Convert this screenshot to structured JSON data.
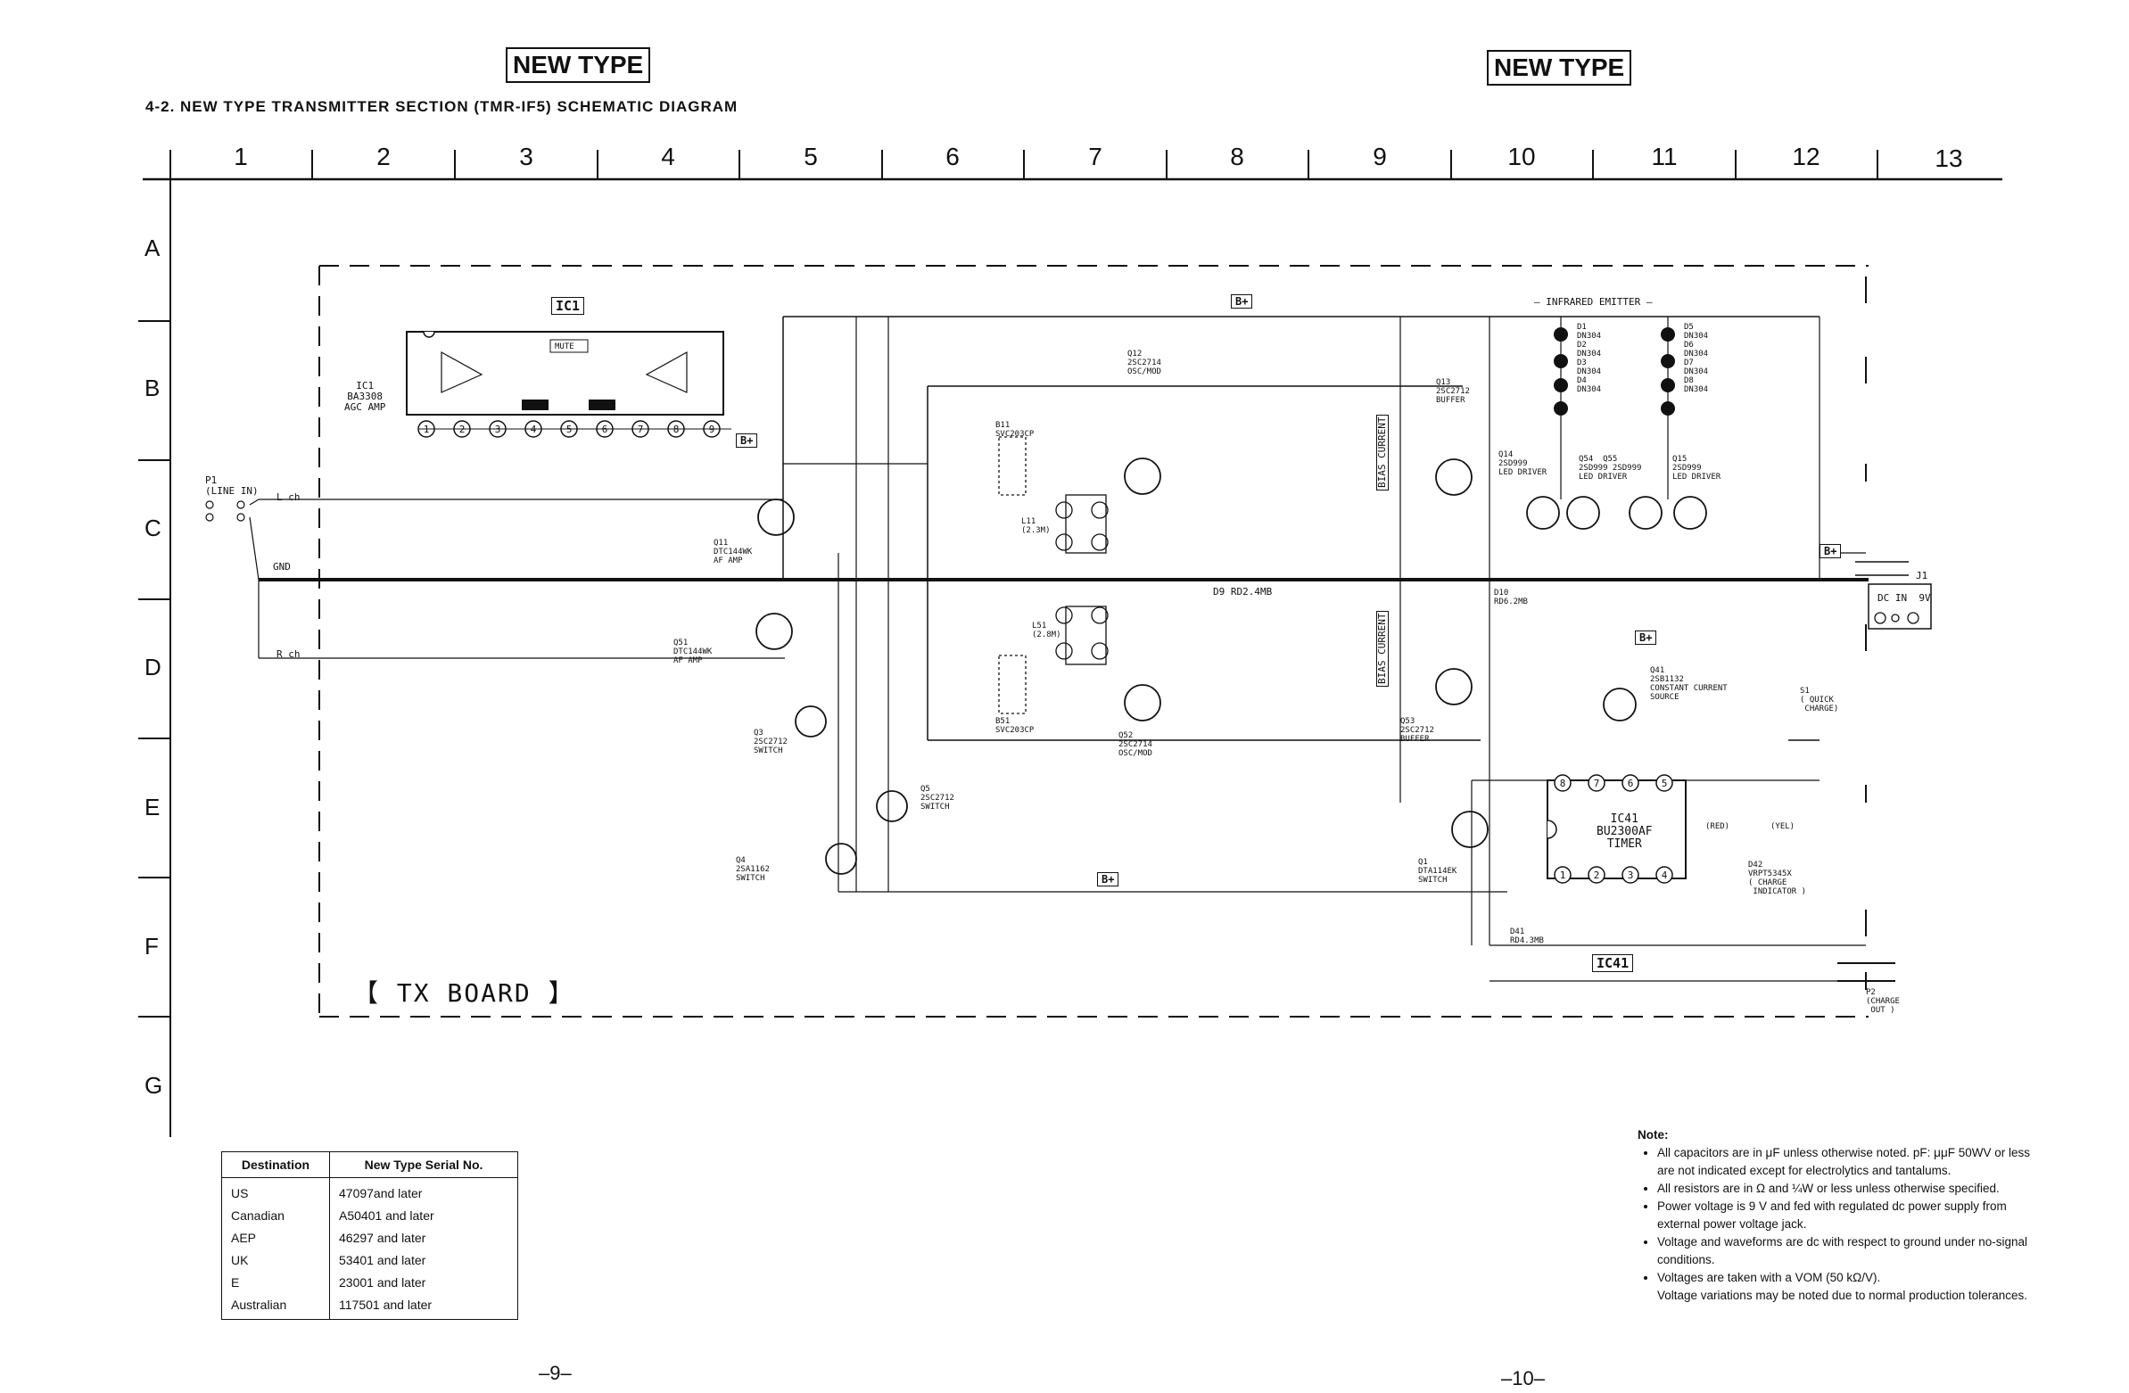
{
  "header": {
    "new_type_left": "NEW TYPE",
    "new_type_right": "NEW TYPE",
    "title": "4-2.  NEW TYPE TRANSMITTER SECTION (TMR-IF5) SCHEMATIC DIAGRAM"
  },
  "grid": {
    "columns": [
      "1",
      "2",
      "3",
      "4",
      "5",
      "6",
      "7",
      "8",
      "9",
      "10",
      "11",
      "12",
      "13"
    ],
    "rows": [
      "A",
      "B",
      "C",
      "D",
      "E",
      "F",
      "G"
    ]
  },
  "board_label": "【 TX BOARD 】",
  "section_labels": {
    "ic1": "IC1",
    "ic41": "IC41",
    "bplus": "B+",
    "infrared": "— INFRARED EMITTER —",
    "mute": "MUTE",
    "bias_current_1": "BIAS CURRENT",
    "bias_current_2": "BIAS CURRENT"
  },
  "components": {
    "ic1": "IC1\nBA3308\nAGC AMP",
    "ic41": "IC41\nBU2300AF\nTIMER",
    "p1": "P1\n(LINE IN)",
    "lch": "L ch",
    "rch": "R ch",
    "gnd": "GND",
    "q11": "Q11\nDTC144WK\nAF AMP",
    "q51": "Q51\nDTC144WK\nAF AMP",
    "q12": "Q12\n2SC2714\nOSC/MOD",
    "q52": "Q52\n2SC2714\nOSC/MOD",
    "q13": "Q13\n2SC2712\nBUFFER",
    "q53": "Q53\n2SC2712\nBUFFER",
    "q3": "Q3\n2SC2712\nSWITCH",
    "q4": "Q4\n2SA1162\nSWITCH",
    "q5": "Q5\n2SC2712\nSWITCH",
    "q1": "Q1\nDTA114EK\nSWITCH",
    "q14": "Q14\n2SD999\nLED DRIVER",
    "q54q55": "Q54  Q55\n2SD999 2SD999\nLED DRIVER",
    "q15": "Q15\n2SD999\nLED DRIVER",
    "q41": "Q41\n2SB1132\nCONSTANT CURRENT\nSOURCE",
    "d1d4": "D1\nDN304\nD2\nDN304\nD3\nDN304\nD4\nDN304",
    "d5d8": "D5\nDN304\nD6\nDN304\nD7\nDN304\nD8\nDN304",
    "b11": "B11\nSVC203CP",
    "b51": "B51\nSVC203CP",
    "l11": "L11\n(2.3M)",
    "l51": "L51\n(2.8M)",
    "d9": "D9 RD2.4MB",
    "d10": "D10\nRD6.2MB",
    "d41": "D41\nRD4.3MB",
    "d42": "D42\nVRPT5345X\n( CHARGE\n INDICATOR )",
    "s1": "S1\n( QUICK\n CHARGE)",
    "j1": "J1",
    "dcin": "DC IN  9V",
    "p2": "P2\n(CHARGE\n OUT )",
    "red": "(RED)",
    "yel": "(YEL)"
  },
  "destination_table": {
    "headers": [
      "Destination",
      "New Type Serial No."
    ],
    "rows": [
      [
        "US",
        "47097and later"
      ],
      [
        "Canadian",
        "A50401 and later"
      ],
      [
        "AEP",
        "46297 and later"
      ],
      [
        "UK",
        "53401 and later"
      ],
      [
        "E",
        "23001 and later"
      ],
      [
        "Australian",
        "117501 and later"
      ]
    ]
  },
  "notes": {
    "title": "Note:",
    "items": [
      "All capacitors are in μF unless otherwise noted. pF: μμF 50WV or less are not indicated except for electrolytics and tantalums.",
      "All resistors are in Ω and ¼W or less unless otherwise specified.",
      "Power voltage is 9 V and fed with regulated dc power supply from external power voltage jack.",
      "Voltage and waveforms are dc with respect to ground under no-signal conditions.",
      "Voltages are taken with a VOM (50 kΩ/V).",
      "Voltage variations may be noted due to normal production tolerances."
    ]
  },
  "pages": {
    "left": "–9–",
    "right": "–10–"
  }
}
